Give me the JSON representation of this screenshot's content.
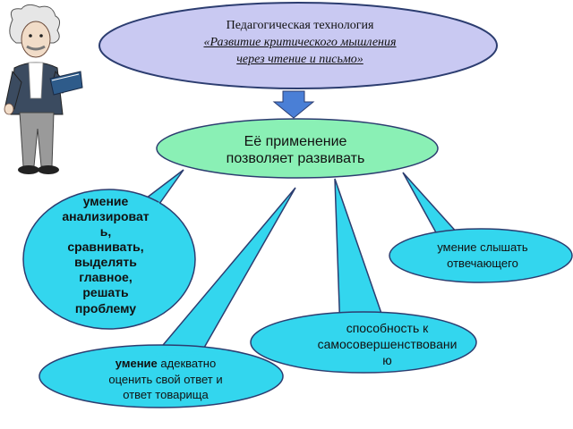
{
  "title": {
    "line1": "Педагогическая технология",
    "line2": "«Развитие критического мышления",
    "line3": "через чтение и письмо»"
  },
  "center": {
    "line1": "Её применение",
    "line2": "позволяет развивать"
  },
  "bubbles": {
    "analyze": [
      "умение",
      "анализироват",
      "ь,",
      "сравнивать,",
      "выделять",
      "главное,",
      "решать",
      "проблему"
    ],
    "listen": [
      "умение слышать",
      "отвечающего"
    ],
    "self": [
      "способность к",
      "самосовершенствовани",
      "ю"
    ],
    "evaluate": {
      "bold": "умение",
      "rest": " адекватно",
      "line2": "оценить свой ответ и",
      "line3": "ответ товарища"
    }
  },
  "colors": {
    "title_fill": "#c9c9f2",
    "center_fill": "#8af0b5",
    "bubble_fill": "#33d6ee",
    "arrow_fill": "#4a7fd6",
    "outline": "#2c3d70"
  },
  "icons": {
    "figure": "einstein-reading-figure",
    "arrow": "down-arrow-icon"
  }
}
